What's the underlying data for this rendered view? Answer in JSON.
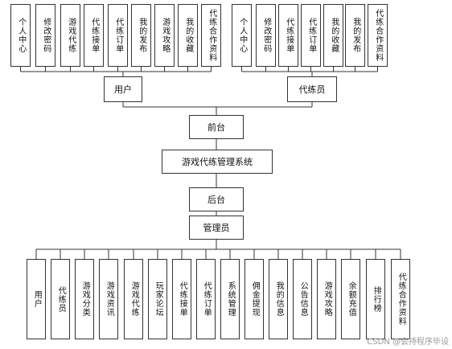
{
  "title": "游戏代练管理系统",
  "user_group": {
    "label": "用户",
    "modules": [
      "个人中心",
      "修改密码",
      "游戏代练",
      "代练接单",
      "代练订单",
      "我的发布",
      "游戏攻略",
      "我的收藏",
      "代练合作资料"
    ]
  },
  "trainer_group": {
    "label": "代练员",
    "modules": [
      "个人中心",
      "修改密码",
      "代练接单",
      "代练订单",
      "我的收藏",
      "我的发布",
      "代练合作资料"
    ]
  },
  "frontend_label": "前台",
  "backend_label": "后台",
  "admin_label": "管理员",
  "admin_modules": [
    "用户",
    "代练员",
    "游戏分类",
    "游戏资讯",
    "游戏代练",
    "玩家论坛",
    "代练接单",
    "代练订单",
    "系统管理",
    "佣金提现",
    "我的信息",
    "公告信息",
    "游戏攻略",
    "余额充值",
    "排行榜",
    "代练合作资料"
  ],
  "watermark": "CSDN @会持程序毕设"
}
